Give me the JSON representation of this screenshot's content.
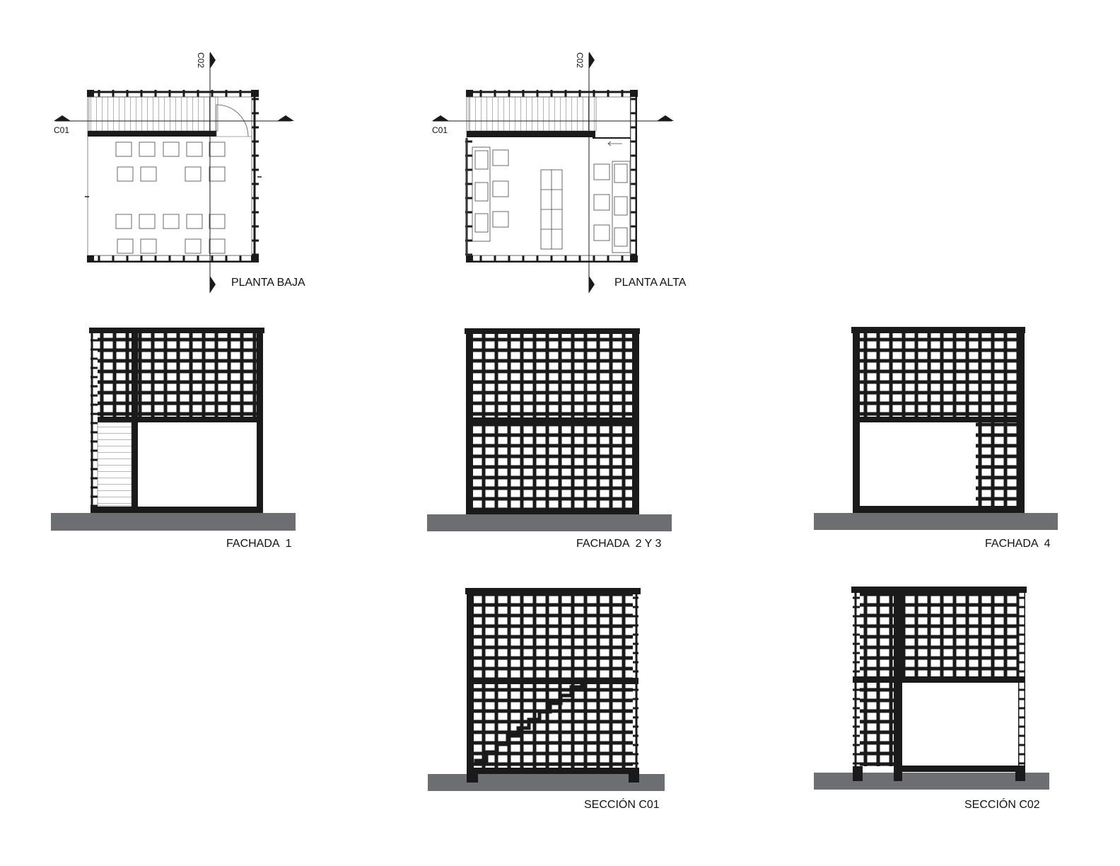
{
  "sheet": {
    "colors": {
      "line": "#1a1a1a",
      "ground": "#6d6e71",
      "paper": "#ffffff"
    },
    "drawings": [
      {
        "id": "planta-baja",
        "label": "PLANTA BAJA"
      },
      {
        "id": "planta-alta",
        "label": "PLANTA ALTA"
      },
      {
        "id": "fachada-1",
        "label": "FACHADA  1"
      },
      {
        "id": "fachada-2y3",
        "label": "FACHADA  2 Y 3"
      },
      {
        "id": "fachada-4",
        "label": "FACHADA  4"
      },
      {
        "id": "seccion-c01",
        "label": "SECCIÓN C01"
      },
      {
        "id": "seccion-c02",
        "label": "SECCIÓN C02"
      }
    ],
    "cut_markers": {
      "horizontal": "C01",
      "vertical": "C02"
    }
  }
}
